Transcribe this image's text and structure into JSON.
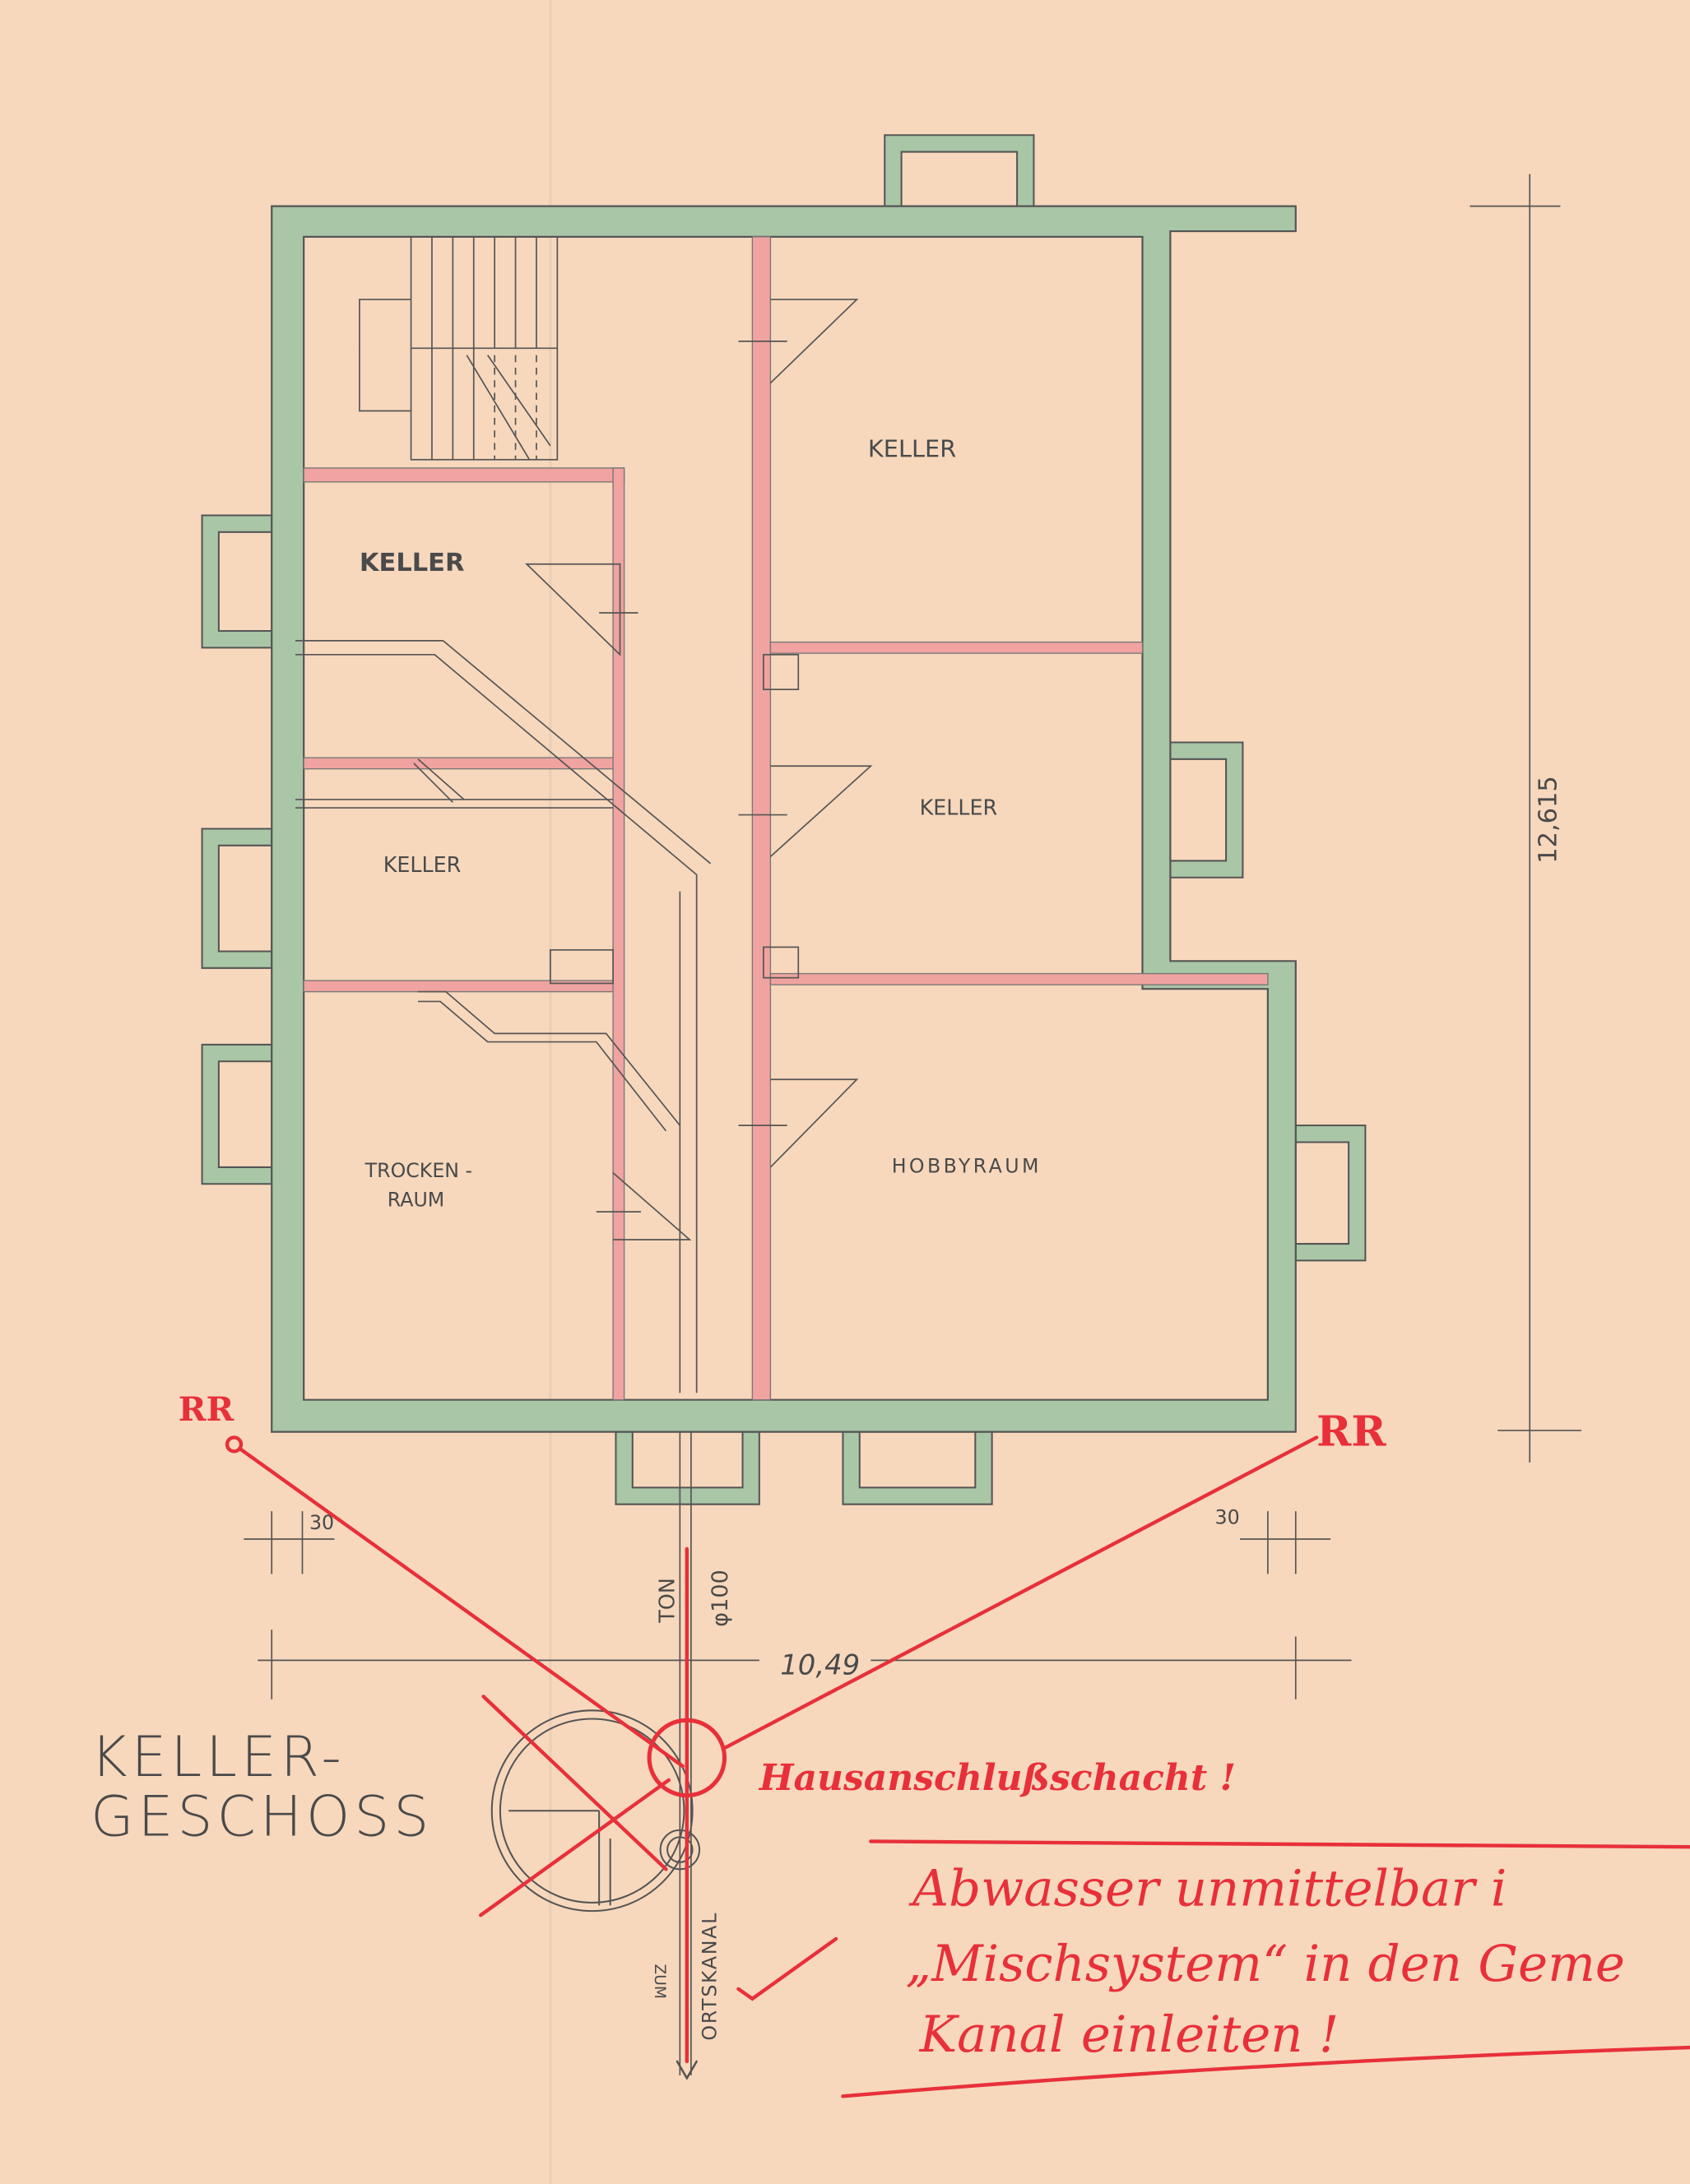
{
  "drawing": {
    "rooms": [
      {
        "label": "KELLER"
      },
      {
        "label": "KELLER"
      },
      {
        "label": "KELLER"
      },
      {
        "label": "KELLER"
      },
      {
        "label_line1": "TROCKEN -",
        "label_line2": "RAUM"
      },
      {
        "label": "HOBBYRAUM"
      }
    ],
    "title_line1": "KELLER-",
    "title_line2": "GESCHOSS",
    "dimensions": {
      "height": "12,615",
      "width": "10,49",
      "left_offset": "30",
      "right_offset": "30"
    },
    "pipe": {
      "material": "TON",
      "diameter": "φ100",
      "destination_line1": "ZUM",
      "destination_line2": "ORTSKANAL"
    },
    "annotations": {
      "rr_left": "RR",
      "rr_right": "RR",
      "shaft_note": "Hausanschlußschacht !",
      "note_line1": "Abwasser unmittelbar i",
      "note_line2": "„Mischsystem“ in den Geme",
      "note_line3": "Kanal einleiten !"
    },
    "colors": {
      "paper": "#f7d8bd",
      "walls": "#a9c6a6",
      "partitions": "#f0a3a0",
      "annotation_red": "#e8303a"
    }
  }
}
